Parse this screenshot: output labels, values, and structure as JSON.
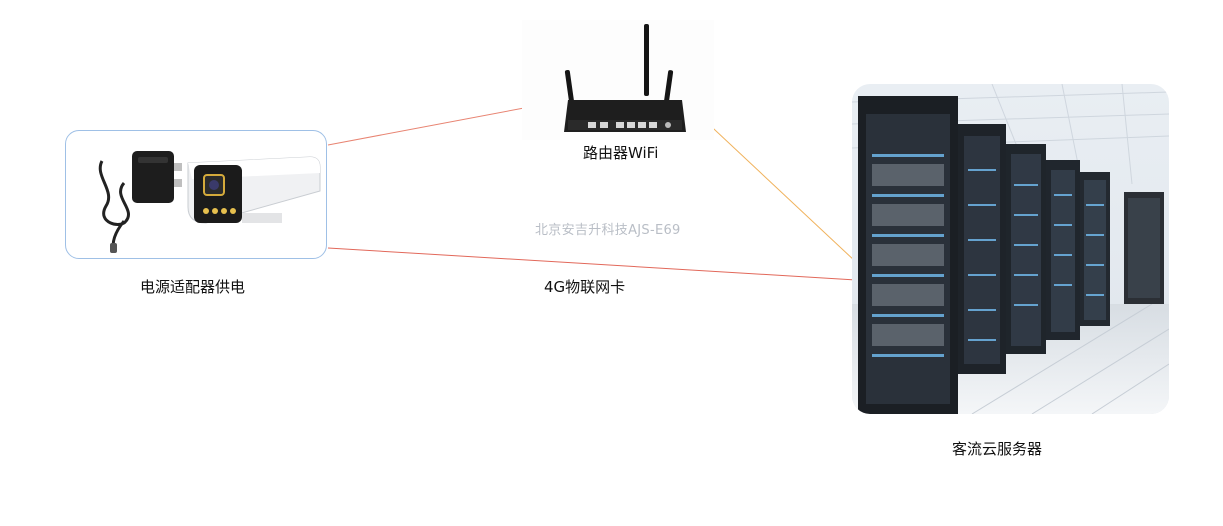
{
  "nodes": {
    "camera": {
      "label": "电源适配器供电"
    },
    "router": {
      "label": "路由器WiFi"
    },
    "server": {
      "label": "客流云服务器"
    }
  },
  "links": {
    "cellular_label": "4G物联网卡"
  },
  "watermark": "北京安吉升科技AJS-E69",
  "colors": {
    "camera_router_line": "#e88472",
    "camera_server_line": "#e2685a",
    "router_server_line": "#f0b25c",
    "card_border": "#9fc0e6"
  }
}
